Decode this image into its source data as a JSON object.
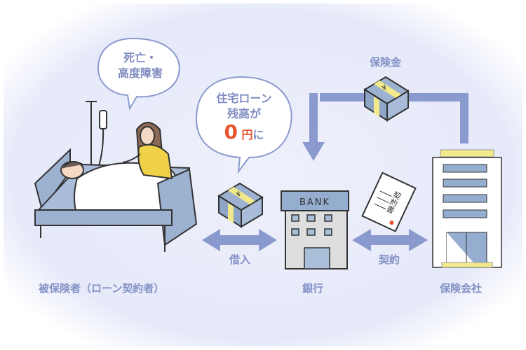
{
  "bubbles": {
    "insured_event": {
      "line1": "死亡・",
      "line2": "高度障害"
    },
    "loan_balance": {
      "line1": "住宅ローン",
      "line2": "残高が",
      "amount": "0",
      "unit": "円",
      "suffix": "に"
    }
  },
  "labels": {
    "insured_person": "被保険者（ローン契約者）",
    "bank": "銀行",
    "insurance_company": "保険会社",
    "borrowing": "借入",
    "contract": "契約",
    "insurance_payout": "保険金"
  },
  "illustration_text": {
    "bank_sign": "BANK",
    "contract_document": "契約書",
    "money_symbol": "¥"
  },
  "colors": {
    "background": "#e8ebfa",
    "arrow": "#8b9ace",
    "label_text": "#8391c6",
    "highlight_red": "#e9532b",
    "band_yellow": "#f2e98a"
  }
}
